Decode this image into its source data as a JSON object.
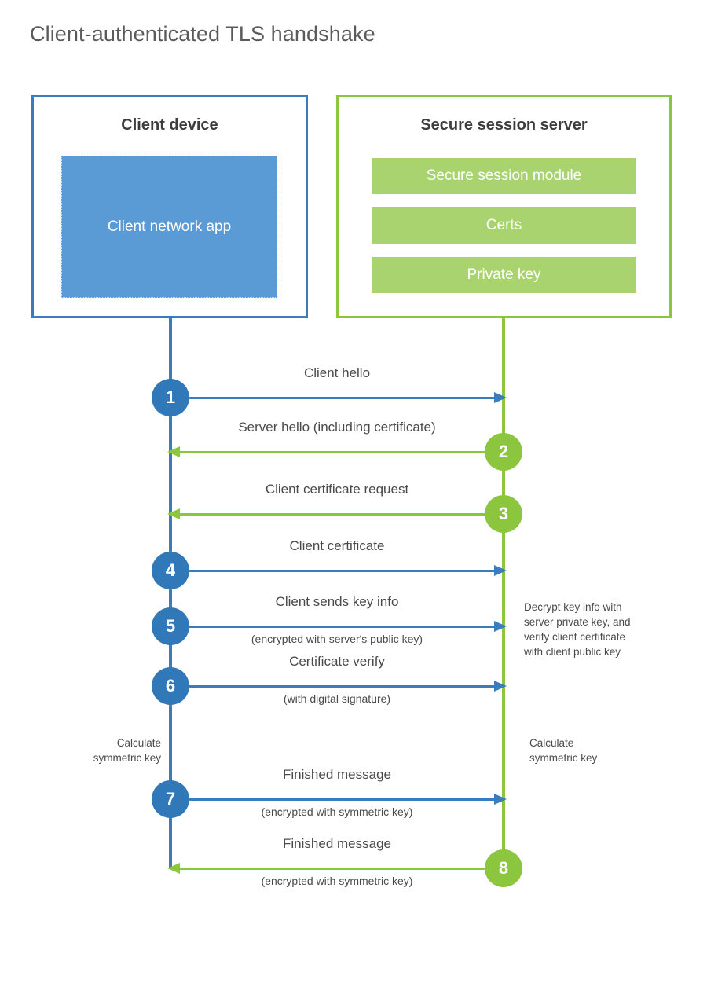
{
  "title": "Client-authenticated TLS handshake",
  "colors": {
    "client_blue": "#3a7cc0",
    "client_app_fill": "#5b9bd5",
    "server_green": "#8cc63f",
    "server_bar_fill": "#a9d36e",
    "step_blue": "#3178b8",
    "text": "#4a4a4a"
  },
  "client": {
    "title": "Client device",
    "app_label": "Client network app"
  },
  "server": {
    "title": "Secure session server",
    "components": [
      "Secure session module",
      "Certs",
      "Private key"
    ]
  },
  "messages": [
    {
      "step": "1",
      "direction": "client-to-server",
      "label": "Client hello",
      "sublabel": ""
    },
    {
      "step": "2",
      "direction": "server-to-client",
      "label": "Server hello (including certificate)",
      "sublabel": ""
    },
    {
      "step": "3",
      "direction": "server-to-client",
      "label": "Client certificate request",
      "sublabel": ""
    },
    {
      "step": "4",
      "direction": "client-to-server",
      "label": "Client certificate",
      "sublabel": ""
    },
    {
      "step": "5",
      "direction": "client-to-server",
      "label": "Client sends key info",
      "sublabel": "(encrypted with server's public key)"
    },
    {
      "step": "6",
      "direction": "client-to-server",
      "label": "Certificate verify",
      "sublabel": "(with digital signature)"
    },
    {
      "step": "7",
      "direction": "client-to-server",
      "label": "Finished message",
      "sublabel": "(encrypted with symmetric key)"
    },
    {
      "step": "8",
      "direction": "server-to-client",
      "label": "Finished message",
      "sublabel": "(encrypted with symmetric key)"
    }
  ],
  "annotations": {
    "decrypt_note": {
      "lines": [
        "Decrypt key info with",
        "server private key, and",
        "verify client certificate",
        "with client public key"
      ]
    },
    "calculate_left": {
      "lines": [
        "Calculate",
        "symmetric key"
      ]
    },
    "calculate_right": {
      "lines": [
        "Calculate",
        "symmetric key"
      ]
    }
  }
}
